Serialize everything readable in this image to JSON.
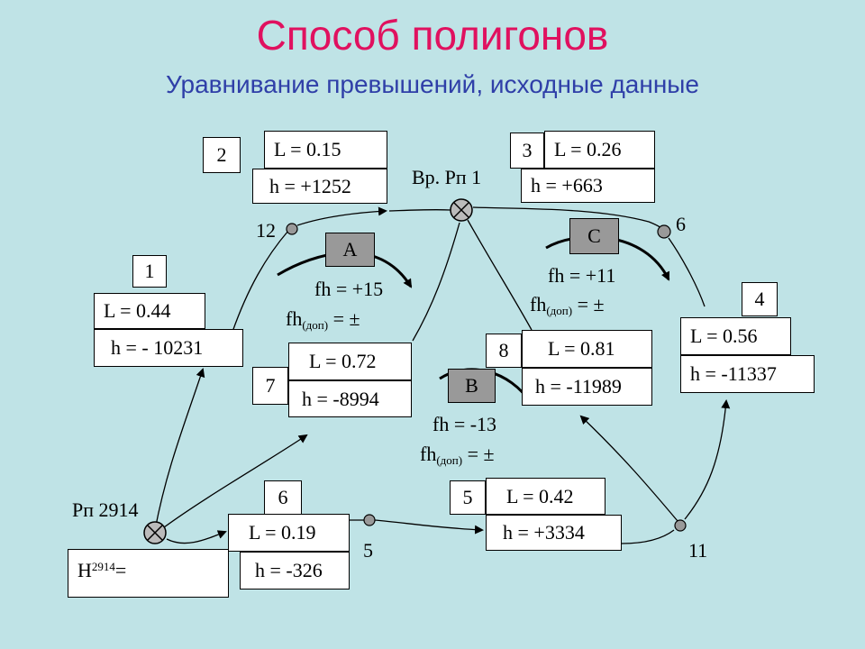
{
  "title": "Способ полигонов",
  "subtitle": "Уравнивание превышений, исходные данные",
  "benchmarks": {
    "start": "Рп 2914",
    "middle": "Вр. Рп 1",
    "start_height_label": "H",
    "start_height_sub": "2914",
    "start_height_eq": " ="
  },
  "points": {
    "p12": "12",
    "p6": "6",
    "p5": "5",
    "p11": "11"
  },
  "sections": [
    {
      "num": "1",
      "L": "L = 0.44",
      "h": "h = - 10231"
    },
    {
      "num": "2",
      "L": "L = 0.15",
      "h": "h = +1252"
    },
    {
      "num": "3",
      "L": "L = 0.26",
      "h": "h = +663"
    },
    {
      "num": "4",
      "L": "L = 0.56",
      "h": "h = -11337"
    },
    {
      "num": "5",
      "L": "L = 0.42",
      "h": "h = +3334"
    },
    {
      "num": "6",
      "L": "L = 0.19",
      "h": "h = -326"
    },
    {
      "num": "7",
      "L": "L = 0.72",
      "h": "h = -8994"
    },
    {
      "num": "8",
      "L": "L = 0.81",
      "h": "h = -11989"
    }
  ],
  "polygons": [
    {
      "name": "A",
      "fh": "fh = +15",
      "fh_dop": "fh",
      "fh_dop_sub": "(доп)",
      "fh_dop_eq": " = ±"
    },
    {
      "name": "B",
      "fh": "fh = -13",
      "fh_dop": "fh",
      "fh_dop_sub": "(доп)",
      "fh_dop_eq": " = ±"
    },
    {
      "name": "C",
      "fh": "fh = +11",
      "fh_dop": "fh",
      "fh_dop_sub": "(доп)",
      "fh_dop_eq": " = ±"
    }
  ]
}
